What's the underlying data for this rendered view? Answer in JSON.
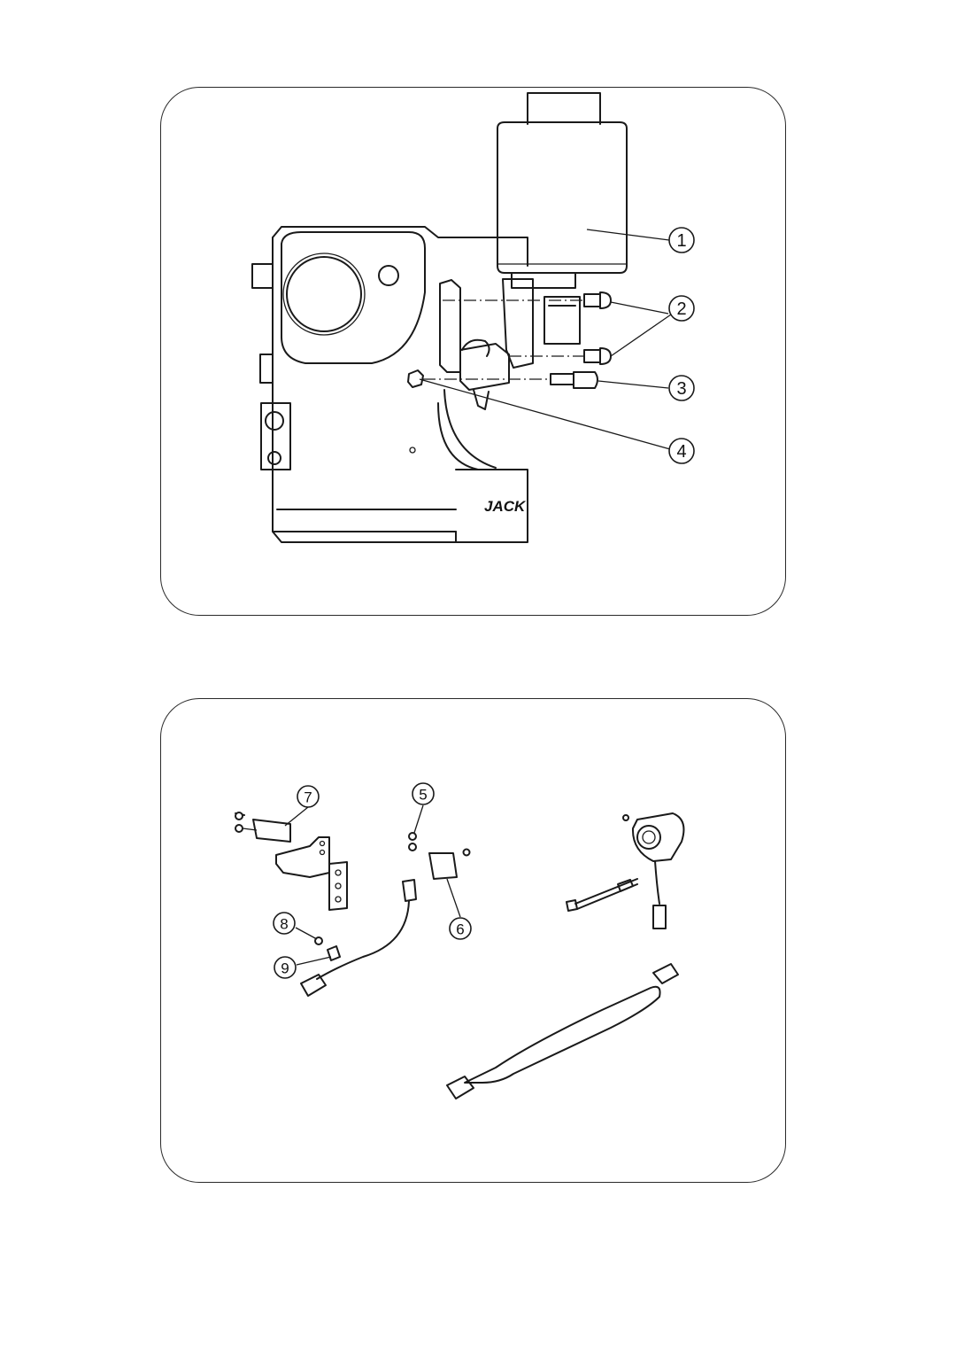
{
  "top_figure": {
    "brand": "JACK",
    "callouts": [
      {
        "id": "1",
        "label": "1"
      },
      {
        "id": "2",
        "label": "2"
      },
      {
        "id": "3",
        "label": "3"
      },
      {
        "id": "4",
        "label": "4"
      }
    ]
  },
  "bottom_figure": {
    "callouts": [
      {
        "id": "5",
        "label": "5"
      },
      {
        "id": "6",
        "label": "6"
      },
      {
        "id": "7",
        "label": "7"
      },
      {
        "id": "8",
        "label": "8"
      },
      {
        "id": "9",
        "label": "9"
      }
    ]
  }
}
